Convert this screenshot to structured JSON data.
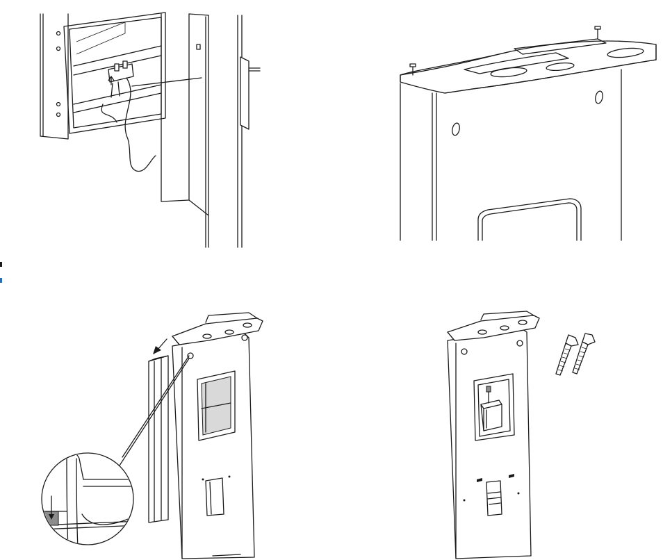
{
  "figure": {
    "panels": [
      {
        "id": "panel-1",
        "description_hidden": true
      },
      {
        "id": "panel-2",
        "description_hidden": true
      },
      {
        "id": "panel-3",
        "description_hidden": true
      },
      {
        "id": "panel-4",
        "description_hidden": true
      }
    ],
    "colors": {
      "line": "#1a1a1a",
      "background": "#ffffff",
      "shade_light": "#d9d9d9",
      "shade_dark": "#8c8c8c",
      "edge_marker": "#2b6cb0"
    },
    "icons": [
      "arrow-down-icon",
      "screw-icon",
      "bolt-icon",
      "cable-icon",
      "junction-box-icon"
    ]
  }
}
